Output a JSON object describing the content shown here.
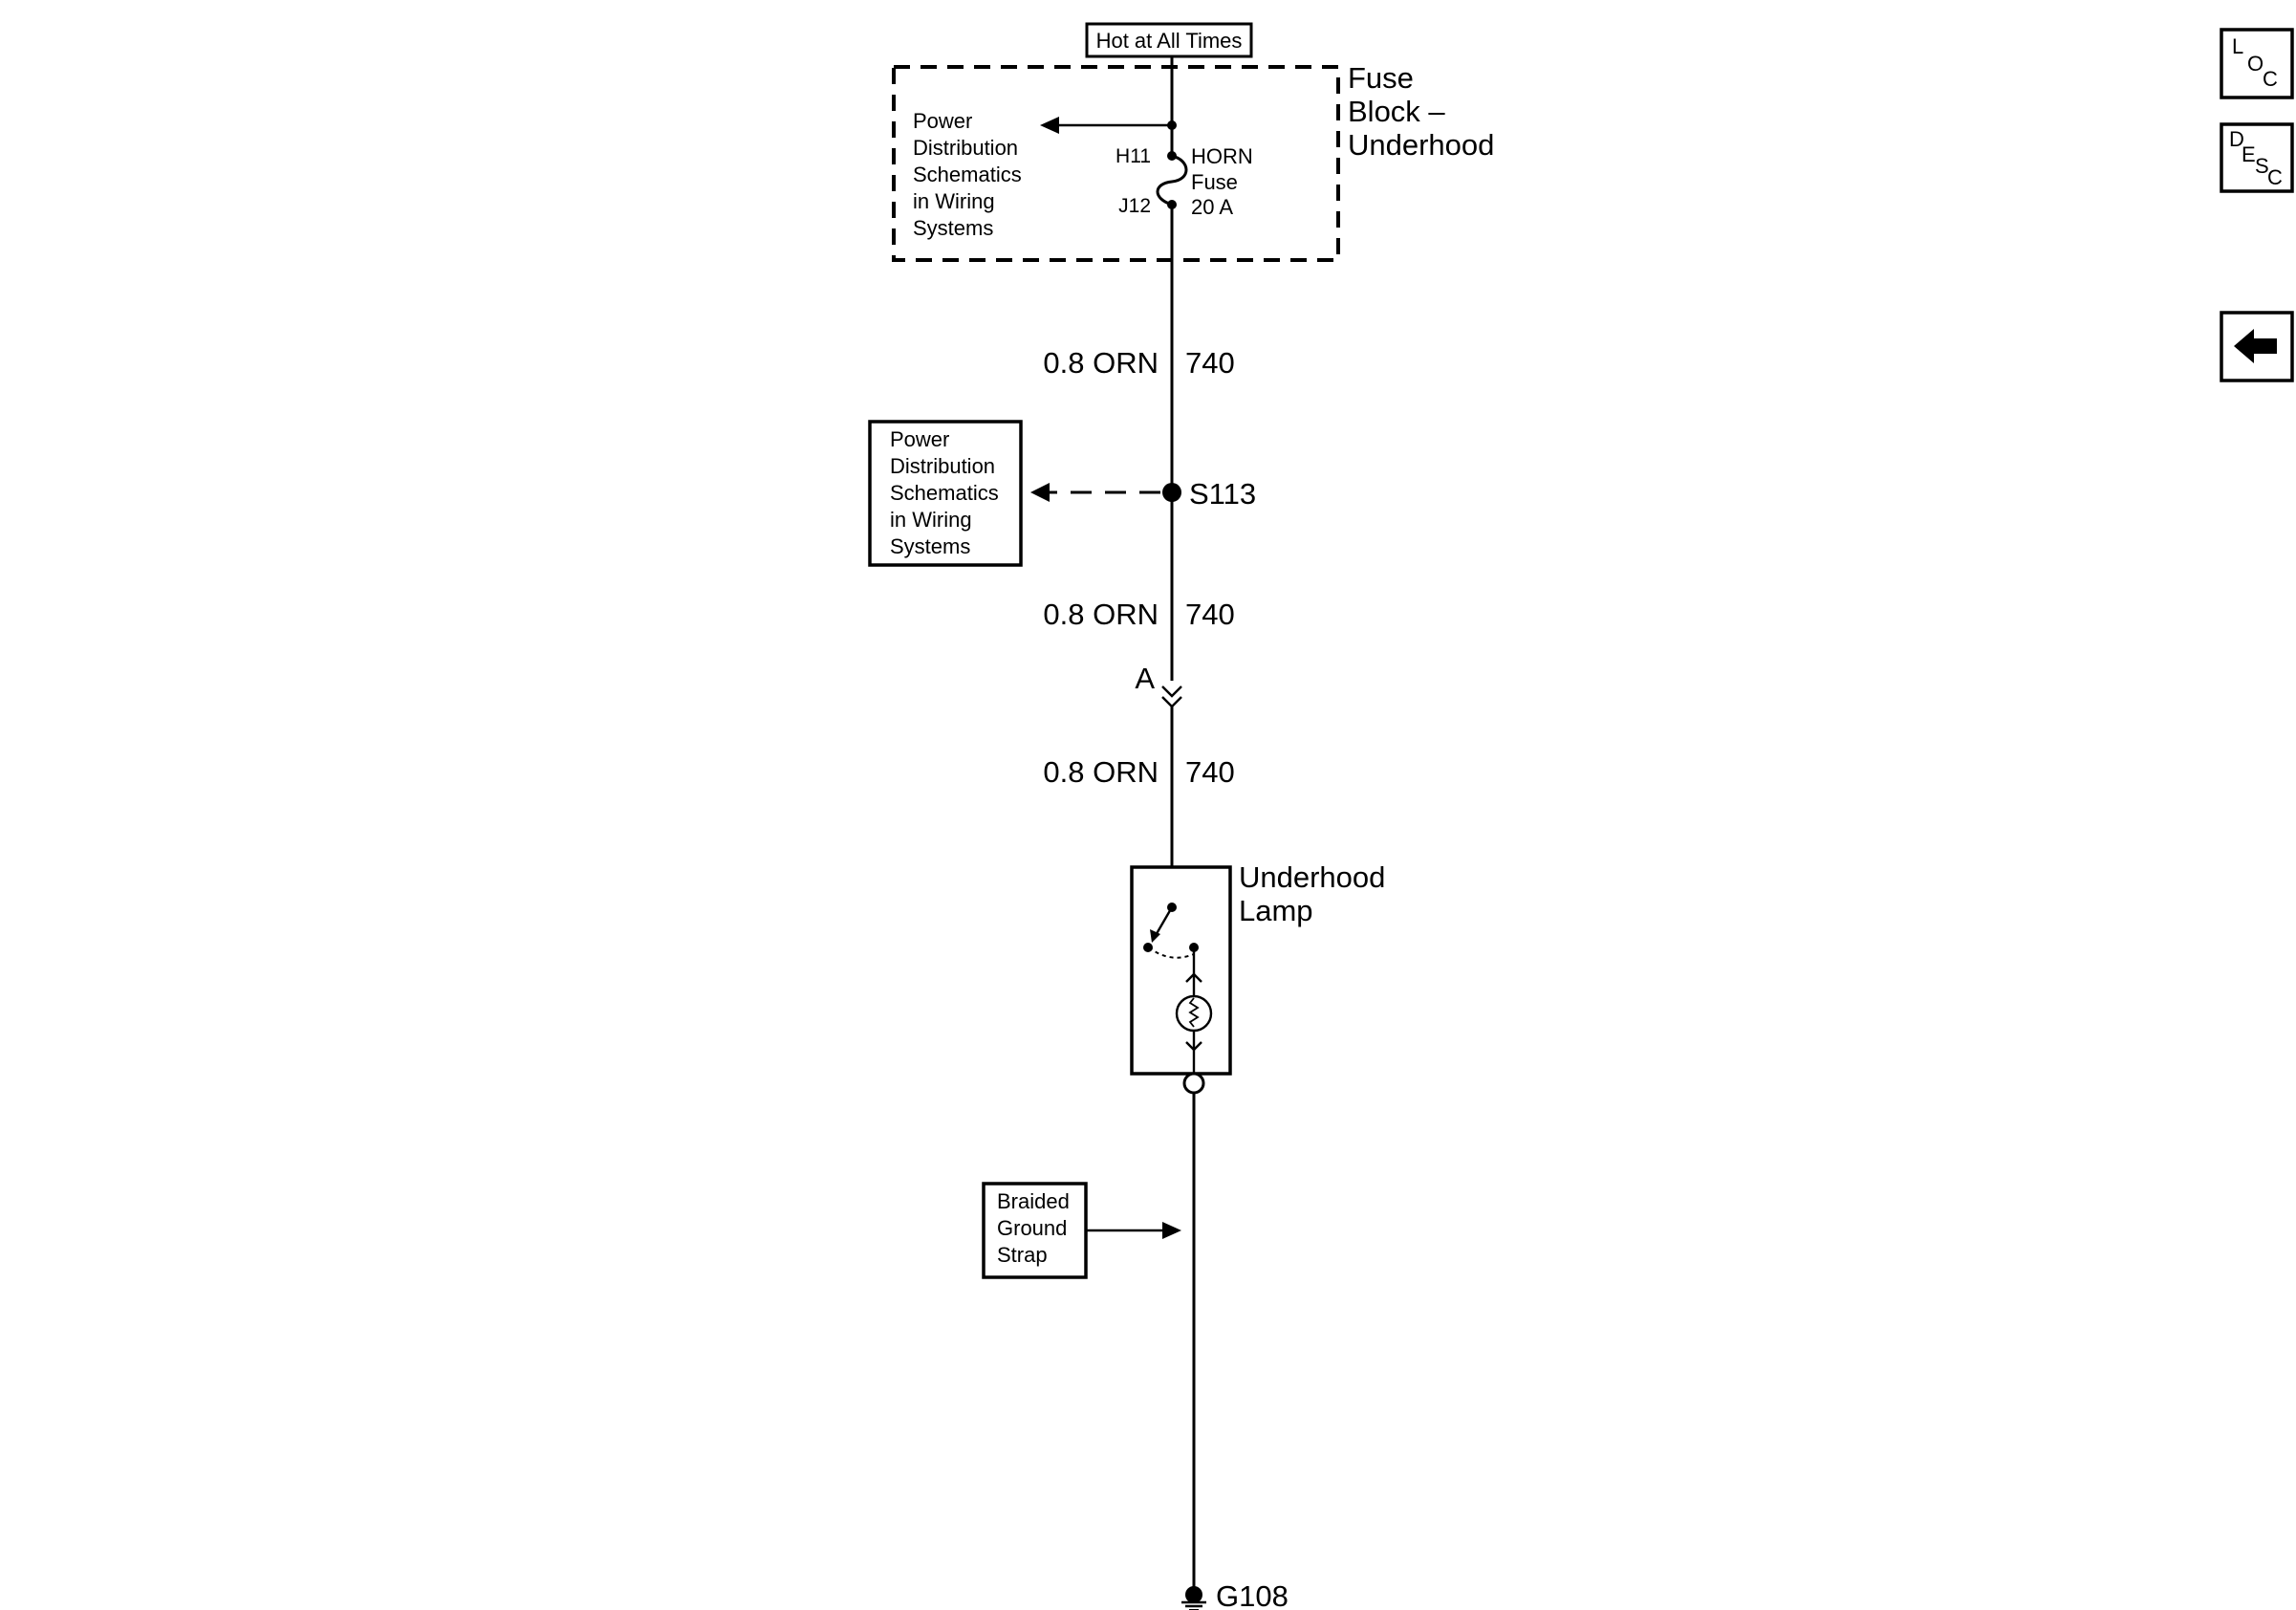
{
  "power_source": "Hot at All Times",
  "fuse_block": {
    "name_lines": [
      "Fuse",
      "Block –",
      "Underhood"
    ],
    "reference_lines": [
      "Power",
      "Distribution",
      "Schematics",
      "in Wiring",
      "Systems"
    ],
    "pin_in": "H11",
    "pin_out": "J12",
    "fuse_lines": [
      "HORN",
      "Fuse",
      "20 A"
    ]
  },
  "wires": [
    {
      "size_color": "0.8 ORN",
      "circuit": "740"
    },
    {
      "size_color": "0.8 ORN",
      "circuit": "740"
    },
    {
      "size_color": "0.8 ORN",
      "circuit": "740"
    }
  ],
  "splice": {
    "id": "S113",
    "reference_lines": [
      "Power",
      "Distribution",
      "Schematics",
      "in Wiring",
      "Systems"
    ]
  },
  "connector": {
    "id": "A"
  },
  "component": {
    "name_lines": [
      "Underhood",
      "Lamp"
    ]
  },
  "ground_note": {
    "lines": [
      "Braided",
      "Ground",
      "Strap"
    ]
  },
  "ground": {
    "id": "G108"
  },
  "nav": {
    "loc": {
      "l1": "L",
      "l2": "O",
      "l3": "C"
    },
    "desc": {
      "l1": "D",
      "l2": "E",
      "l3": "S",
      "l4": "C"
    }
  }
}
